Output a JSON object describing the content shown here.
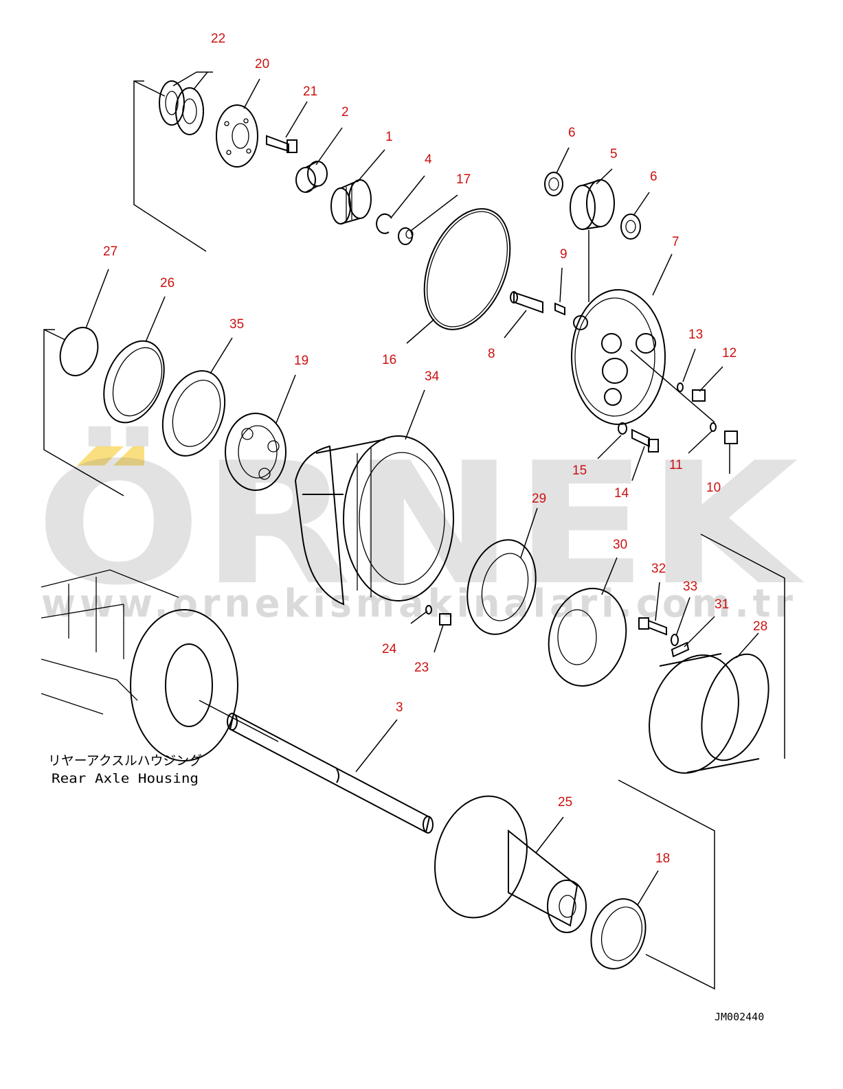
{
  "callouts": [
    {
      "id": "22",
      "label": "22"
    },
    {
      "id": "20",
      "label": "20"
    },
    {
      "id": "21",
      "label": "21"
    },
    {
      "id": "2",
      "label": "2"
    },
    {
      "id": "1",
      "label": "1"
    },
    {
      "id": "4",
      "label": "4"
    },
    {
      "id": "17",
      "label": "17"
    },
    {
      "id": "6a",
      "label": "6"
    },
    {
      "id": "5",
      "label": "5"
    },
    {
      "id": "6b",
      "label": "6"
    },
    {
      "id": "7",
      "label": "7"
    },
    {
      "id": "9",
      "label": "9"
    },
    {
      "id": "27",
      "label": "27"
    },
    {
      "id": "26",
      "label": "26"
    },
    {
      "id": "35",
      "label": "35"
    },
    {
      "id": "19",
      "label": "19"
    },
    {
      "id": "16",
      "label": "16"
    },
    {
      "id": "8",
      "label": "8"
    },
    {
      "id": "13",
      "label": "13"
    },
    {
      "id": "12",
      "label": "12"
    },
    {
      "id": "34",
      "label": "34"
    },
    {
      "id": "15",
      "label": "15"
    },
    {
      "id": "14",
      "label": "14"
    },
    {
      "id": "11",
      "label": "11"
    },
    {
      "id": "10",
      "label": "10"
    },
    {
      "id": "29",
      "label": "29"
    },
    {
      "id": "30",
      "label": "30"
    },
    {
      "id": "32",
      "label": "32"
    },
    {
      "id": "33",
      "label": "33"
    },
    {
      "id": "31",
      "label": "31"
    },
    {
      "id": "28",
      "label": "28"
    },
    {
      "id": "24",
      "label": "24"
    },
    {
      "id": "23",
      "label": "23"
    },
    {
      "id": "3",
      "label": "3"
    },
    {
      "id": "25",
      "label": "25"
    },
    {
      "id": "18",
      "label": "18"
    }
  ],
  "housing_caption": {
    "japanese": "リヤーアクスルハウジング",
    "english": "Rear Axle Housing"
  },
  "drawing_code": "JM002440",
  "watermark": {
    "logo": "ÖRNEK",
    "url": "www.ornekismakinalari.com.tr"
  },
  "colors": {
    "callout": "#cc1010",
    "line": "#000000",
    "watermark": "#7d7d82",
    "accent": "#f5c518"
  }
}
